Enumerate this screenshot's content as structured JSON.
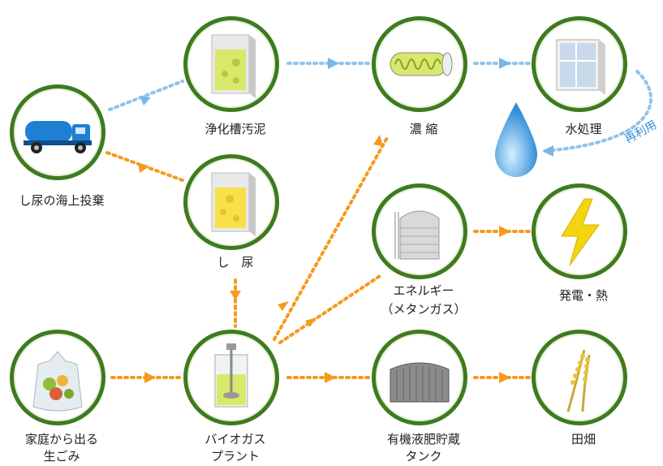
{
  "nodes": {
    "truck": {
      "label": "し尿の海上投棄"
    },
    "sludge": {
      "label": "浄化槽汚泥"
    },
    "urine": {
      "label": "し　尿"
    },
    "concentrate": {
      "label": "濃 縮"
    },
    "water": {
      "label": "水処理"
    },
    "energy": {
      "line1": "エネルギー",
      "line2": "（メタンガス）"
    },
    "power": {
      "label": "発電・熱"
    },
    "garbage": {
      "line1": "家庭から出る",
      "line2": "生ごみ"
    },
    "biogas": {
      "line1": "バイオガス",
      "line2": "プラント"
    },
    "storage": {
      "line1": "有機液肥貯蔵",
      "line2": "タンク"
    },
    "field": {
      "label": "田畑"
    }
  },
  "reuse_label": "再利用",
  "colors": {
    "ring": "#3e7b1f",
    "orange_flow": "#f5a623",
    "blue_flow": "#8fc3ea",
    "water_drop": "#3b8fd6"
  }
}
